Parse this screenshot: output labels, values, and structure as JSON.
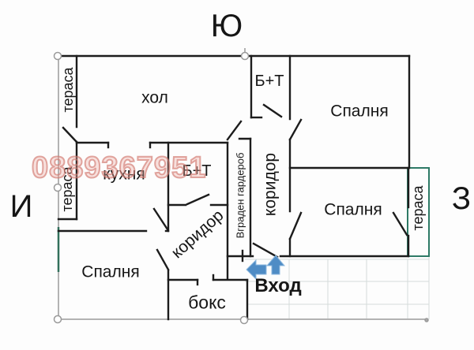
{
  "compass": {
    "south": "Ю",
    "east": "И",
    "west": "З"
  },
  "watermark": {
    "text": "0889367951"
  },
  "rooms": {
    "hall": "хол",
    "bath_top": "Б+Т",
    "bath_mid": "Б+Т",
    "bedroom_top": "Спалня",
    "bedroom_mid": "Спалня",
    "bedroom_bottom": "Спалня",
    "kitchen": "кухня",
    "box": "бокс",
    "terrace_top_left": "тераса",
    "terrace_mid_left": "тераса",
    "terrace_right": "тераса",
    "corridor_main": "коридор",
    "corridor_lower": "коридор",
    "wardrobe": "Вграден гардероб",
    "entrance": "Вход"
  },
  "colors": {
    "wall": "#1c1c1c",
    "terrace_border": "#2e7a66",
    "selection_line": "#b3b3b3",
    "selection_accent": "#33705c",
    "arrow_fill": "#4f8cc5",
    "arrow_edge": "#8cb8de",
    "watermark": "#d27a70",
    "grid": "#d5dbda"
  }
}
